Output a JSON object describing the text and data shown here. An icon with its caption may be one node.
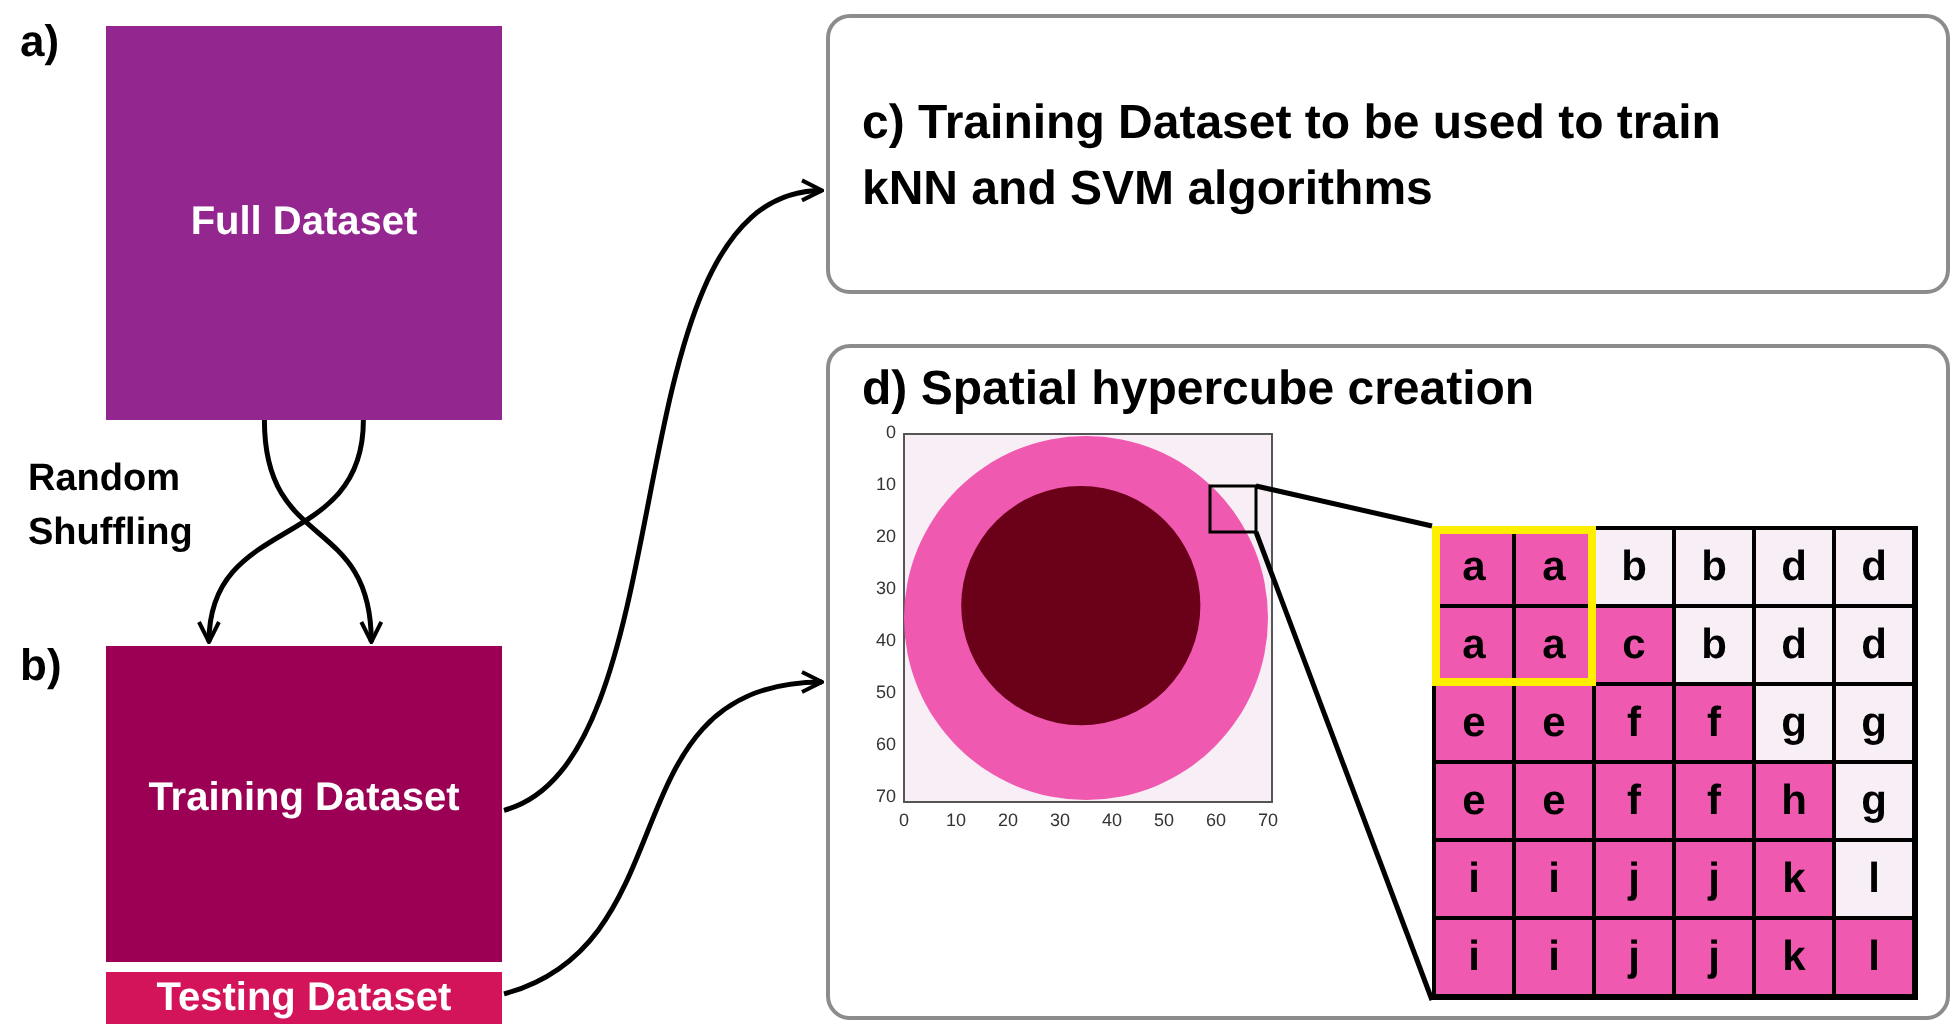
{
  "diagram": {
    "nodes": [
      {
        "text": [
          "Full Dataset"
        ]
      },
      {
        "text": [
          "Training Dataset"
        ]
      },
      {
        "text": [
          "Testing Dataset"
        ]
      },
      {
        "text": [
          "c) Training Dataset to be used to train kNN and SVM algorithms"
        ]
      },
      {
        "text": [
          "d) Spatial hypercube creation"
        ]
      },
      {
        "text": [],
        "shape": "picture",
        "in": 4
      },
      {
        "text": [],
        "shape": "box",
        "in": 5
      },
      {
        "text": [],
        "shape": "box",
        "in": 4
      }
    ],
    "edges": [
      {
        "from": 0,
        "to": 1,
        "arrow": "to",
        "label": "Random Shuffling"
      },
      {
        "from": 0,
        "to": 1,
        "arrow": "to"
      },
      {
        "from": 1,
        "to": 3,
        "arrow": "to"
      },
      {
        "from": 2,
        "to": 4,
        "arrow": "to"
      },
      {
        "from": 6,
        "to": 7,
        "arrow": "none"
      },
      {
        "from": 6,
        "to": 7,
        "arrow": "none"
      }
    ],
    "labels": [
      "a)",
      "b)",
      "0",
      "10",
      "20",
      "30",
      "40",
      "50",
      "60",
      "70",
      "0",
      "10",
      "20",
      "30",
      "40",
      "50",
      "60",
      "70",
      "a",
      "a",
      "b",
      "b",
      "d",
      "d",
      "a",
      "a",
      "c",
      "b",
      "d",
      "d",
      "e",
      "e",
      "f",
      "f",
      "g",
      "g",
      "e",
      "e",
      "f",
      "f",
      "h",
      "g",
      "i",
      "i",
      "j",
      "j",
      "k",
      "l",
      "i",
      "i",
      "j",
      "j",
      "k",
      "l"
    ]
  }
}
